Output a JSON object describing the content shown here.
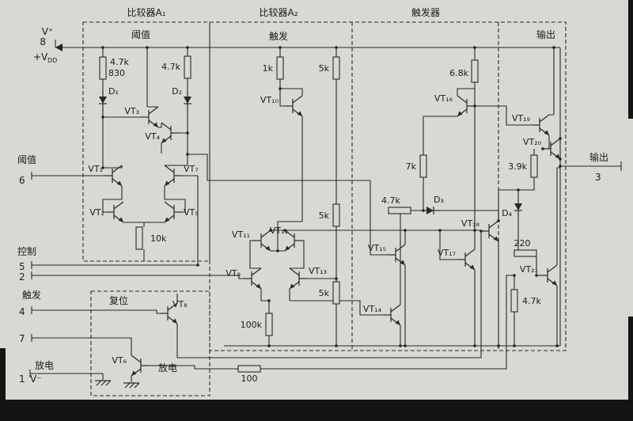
{
  "headers": {
    "a1": "比较器A₁",
    "a2": "比较器A₂",
    "ff": "触发器",
    "out": "输出",
    "a1_inner": "阈值",
    "a2_inner": "触发",
    "reset_box": "复位",
    "discharge_inner": "放电"
  },
  "pins": {
    "vplus": "V⁺",
    "p8": "8",
    "vdd_main": "+V",
    "vdd_sub": "DD",
    "p6_label": "阈值",
    "p6": "6",
    "p5_label": "控制",
    "p5": "5",
    "p2": "2",
    "p2_label": "触发",
    "p4": "4",
    "p7": "7",
    "p7_label": "放电",
    "p1": "1",
    "vminus": "V⁻",
    "p3_label": "输出",
    "p3": "3"
  },
  "resistors": {
    "ra1": "4.7k",
    "ra1b": "830",
    "ra2": "4.7k",
    "r10k": "10k",
    "r1k": "1k",
    "r5k_1": "5k",
    "r5k_2": "5k",
    "r5k_3": "5k",
    "r100k": "100k",
    "r100": "100",
    "r6k8": "6.8k",
    "r7k": "7k",
    "r4k7_ff": "4.7k",
    "r3k9": "3.9k",
    "r220": "220",
    "r4k7_out": "4.7k"
  },
  "transistors": {
    "vt1": "VT₁",
    "vt2": "VT₂",
    "vt3": "VT₃",
    "vt4": "VT₄",
    "vt5": "VT₅",
    "vt6": "VT₆",
    "vt7": "VT₇",
    "vt8": "VT₈",
    "vt9": "VT₉",
    "vt10": "VT₁₀",
    "vt11": "VT₁₁",
    "vt12": "VT₁₂",
    "vt13": "VT₁₃",
    "vt14": "VT₁₄",
    "vt15": "VT₁₅",
    "vt16": "VT₁₆",
    "vt17": "VT₁₇",
    "vt18": "VT₁₈",
    "vt19": "VT₁₉",
    "vt20": "VT₂₀",
    "vt21": "VT₂₁"
  },
  "diodes": {
    "d1": "D₁",
    "d2": "D₂",
    "d3": "D₃",
    "d4": "D₄"
  }
}
